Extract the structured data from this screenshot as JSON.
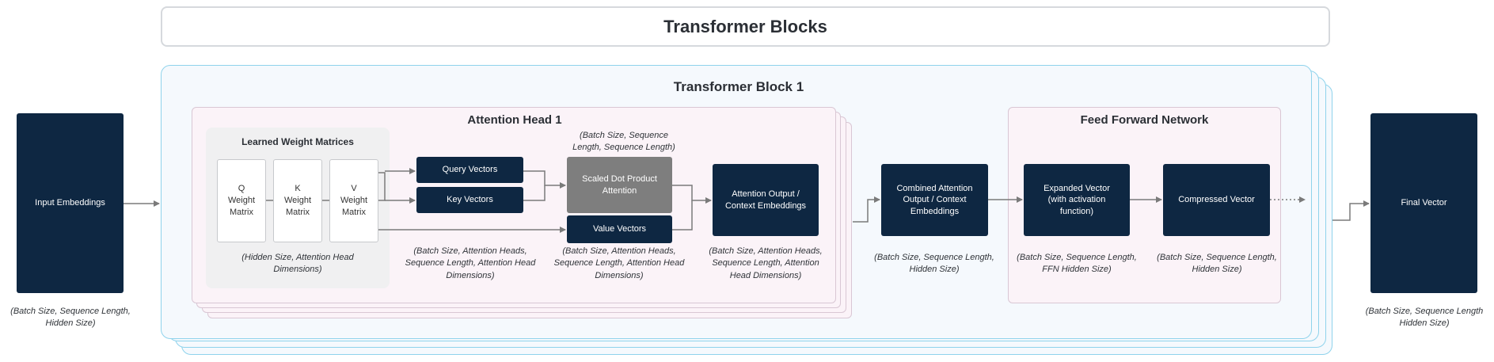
{
  "title": "Transformer Blocks",
  "block_title": "Transformer Block 1",
  "attention_head_title": "Attention Head 1",
  "ffn_title": "Feed Forward Network",
  "input": {
    "label": "Input Embeddings",
    "note": "(Batch Size, Sequence Length, Hidden Size)"
  },
  "weights": {
    "title": "Learned Weight Matrices",
    "q": "Q Weight Matrix",
    "k": "K Weight Matrix",
    "v": "V Weight Matrix",
    "note": "(Hidden Size, Attention Head Dimensions)"
  },
  "qk": {
    "query": "Query Vectors",
    "key": "Key Vectors",
    "note": "(Batch Size, Attention Heads, Sequence Length, Attention Head Dimensions)"
  },
  "sdp": {
    "label": "Scaled Dot Product Attention",
    "note": "(Batch Size, Sequence Length, Sequence Length)"
  },
  "value": {
    "label": "Value Vectors",
    "note": "(Batch Size, Attention Heads, Sequence Length, Attention Head Dimensions)"
  },
  "attn_out": {
    "label": "Attention Output / Context Embeddings",
    "note": "(Batch Size, Attention Heads, Sequence Length, Attention Head Dimensions)"
  },
  "combined": {
    "label": "Combined Attention Output / Context Embeddings",
    "note": "(Batch Size, Sequence Length, Hidden Size)"
  },
  "expanded": {
    "label": "Expanded Vector (with activation function)",
    "note": "(Batch Size, Sequence Length, FFN Hidden Size)"
  },
  "compressed": {
    "label": "Compressed Vector",
    "note": "(Batch Size, Sequence Length, Hidden Size)"
  },
  "final": {
    "label": "Final Vector",
    "note": "(Batch Size, Sequence Length Hidden Size)"
  },
  "colors": {
    "navy": "#0e2742",
    "block_border": "#8fd3ec",
    "head_border": "#d9c7d4",
    "gray_box": "#7e7e7e",
    "arrow": "#7a7a7a"
  }
}
